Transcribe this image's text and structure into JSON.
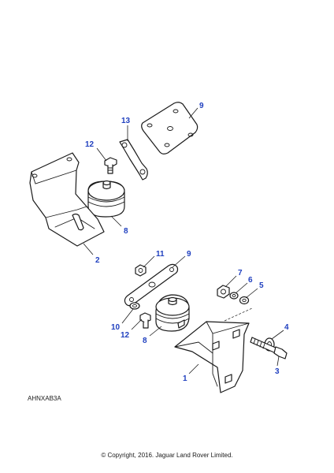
{
  "callout_color": "#1f3fbf",
  "callouts": {
    "c1": "1",
    "c2": "2",
    "c3": "3",
    "c4": "4",
    "c5": "5",
    "c6": "6",
    "c7": "7",
    "c8a": "8",
    "c8b": "8",
    "c9a": "9",
    "c9b": "9",
    "c10": "10",
    "c11": "11",
    "c12a": "12",
    "c12b": "12",
    "c13": "13"
  },
  "footer": {
    "reference": "AHNXAB3A",
    "copyright": "© Copyright, 2016. Jaguar Land Rover Limited."
  }
}
